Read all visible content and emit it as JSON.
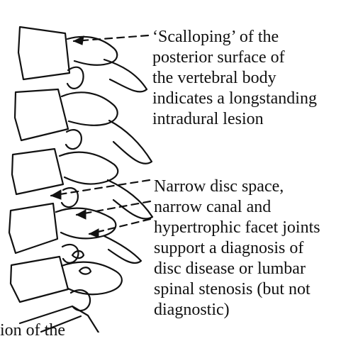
{
  "annotations": {
    "top": "‘Scalloping’ of the\nposterior surface of\nthe vertebral body\nindicates a longstanding\nintradural lesion",
    "bottom": "Narrow disc space,\nnarrow canal and\nhypertrophic facet joints\nsupport a diagnosis of\ndisc disease or lumbar\nspinal stenosis (but not\ndiagnostic)"
  },
  "cutoff_text": "ion of the"
}
